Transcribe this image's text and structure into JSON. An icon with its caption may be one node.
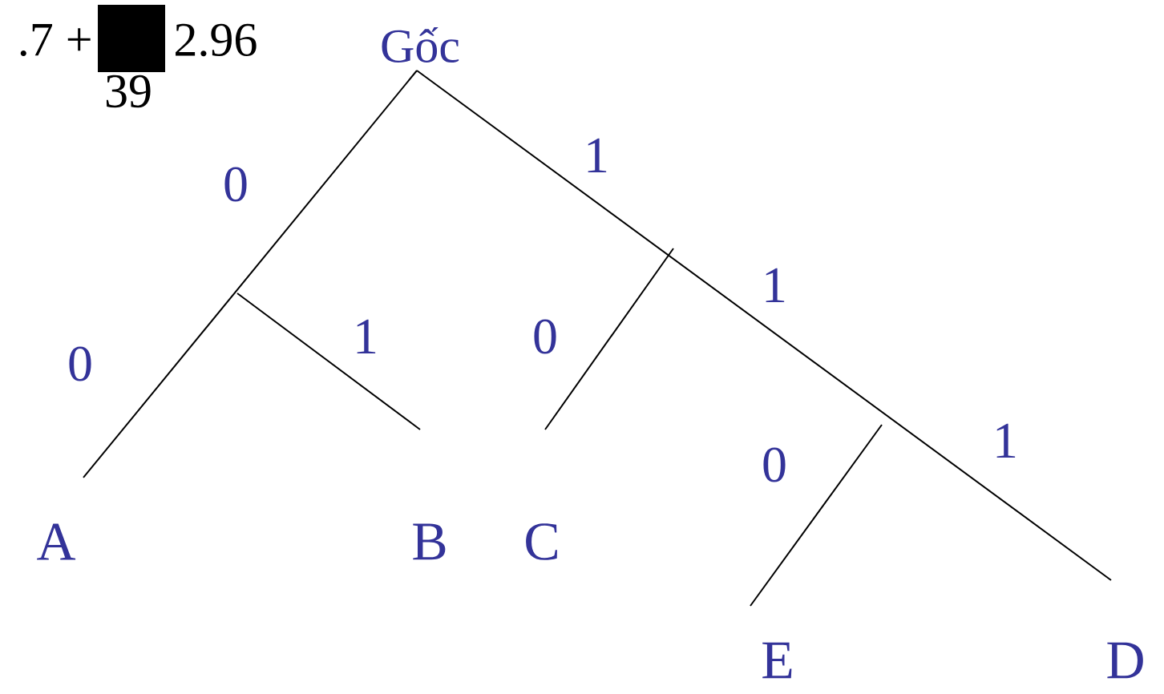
{
  "diagram": {
    "labels": [
      ".7 +",
      "2.96",
      "Gốc",
      "0",
      "1",
      "39",
      "1",
      "0",
      "1",
      "0",
      "0",
      "1",
      "A",
      "B",
      "C",
      "E",
      "D"
    ]
  }
}
